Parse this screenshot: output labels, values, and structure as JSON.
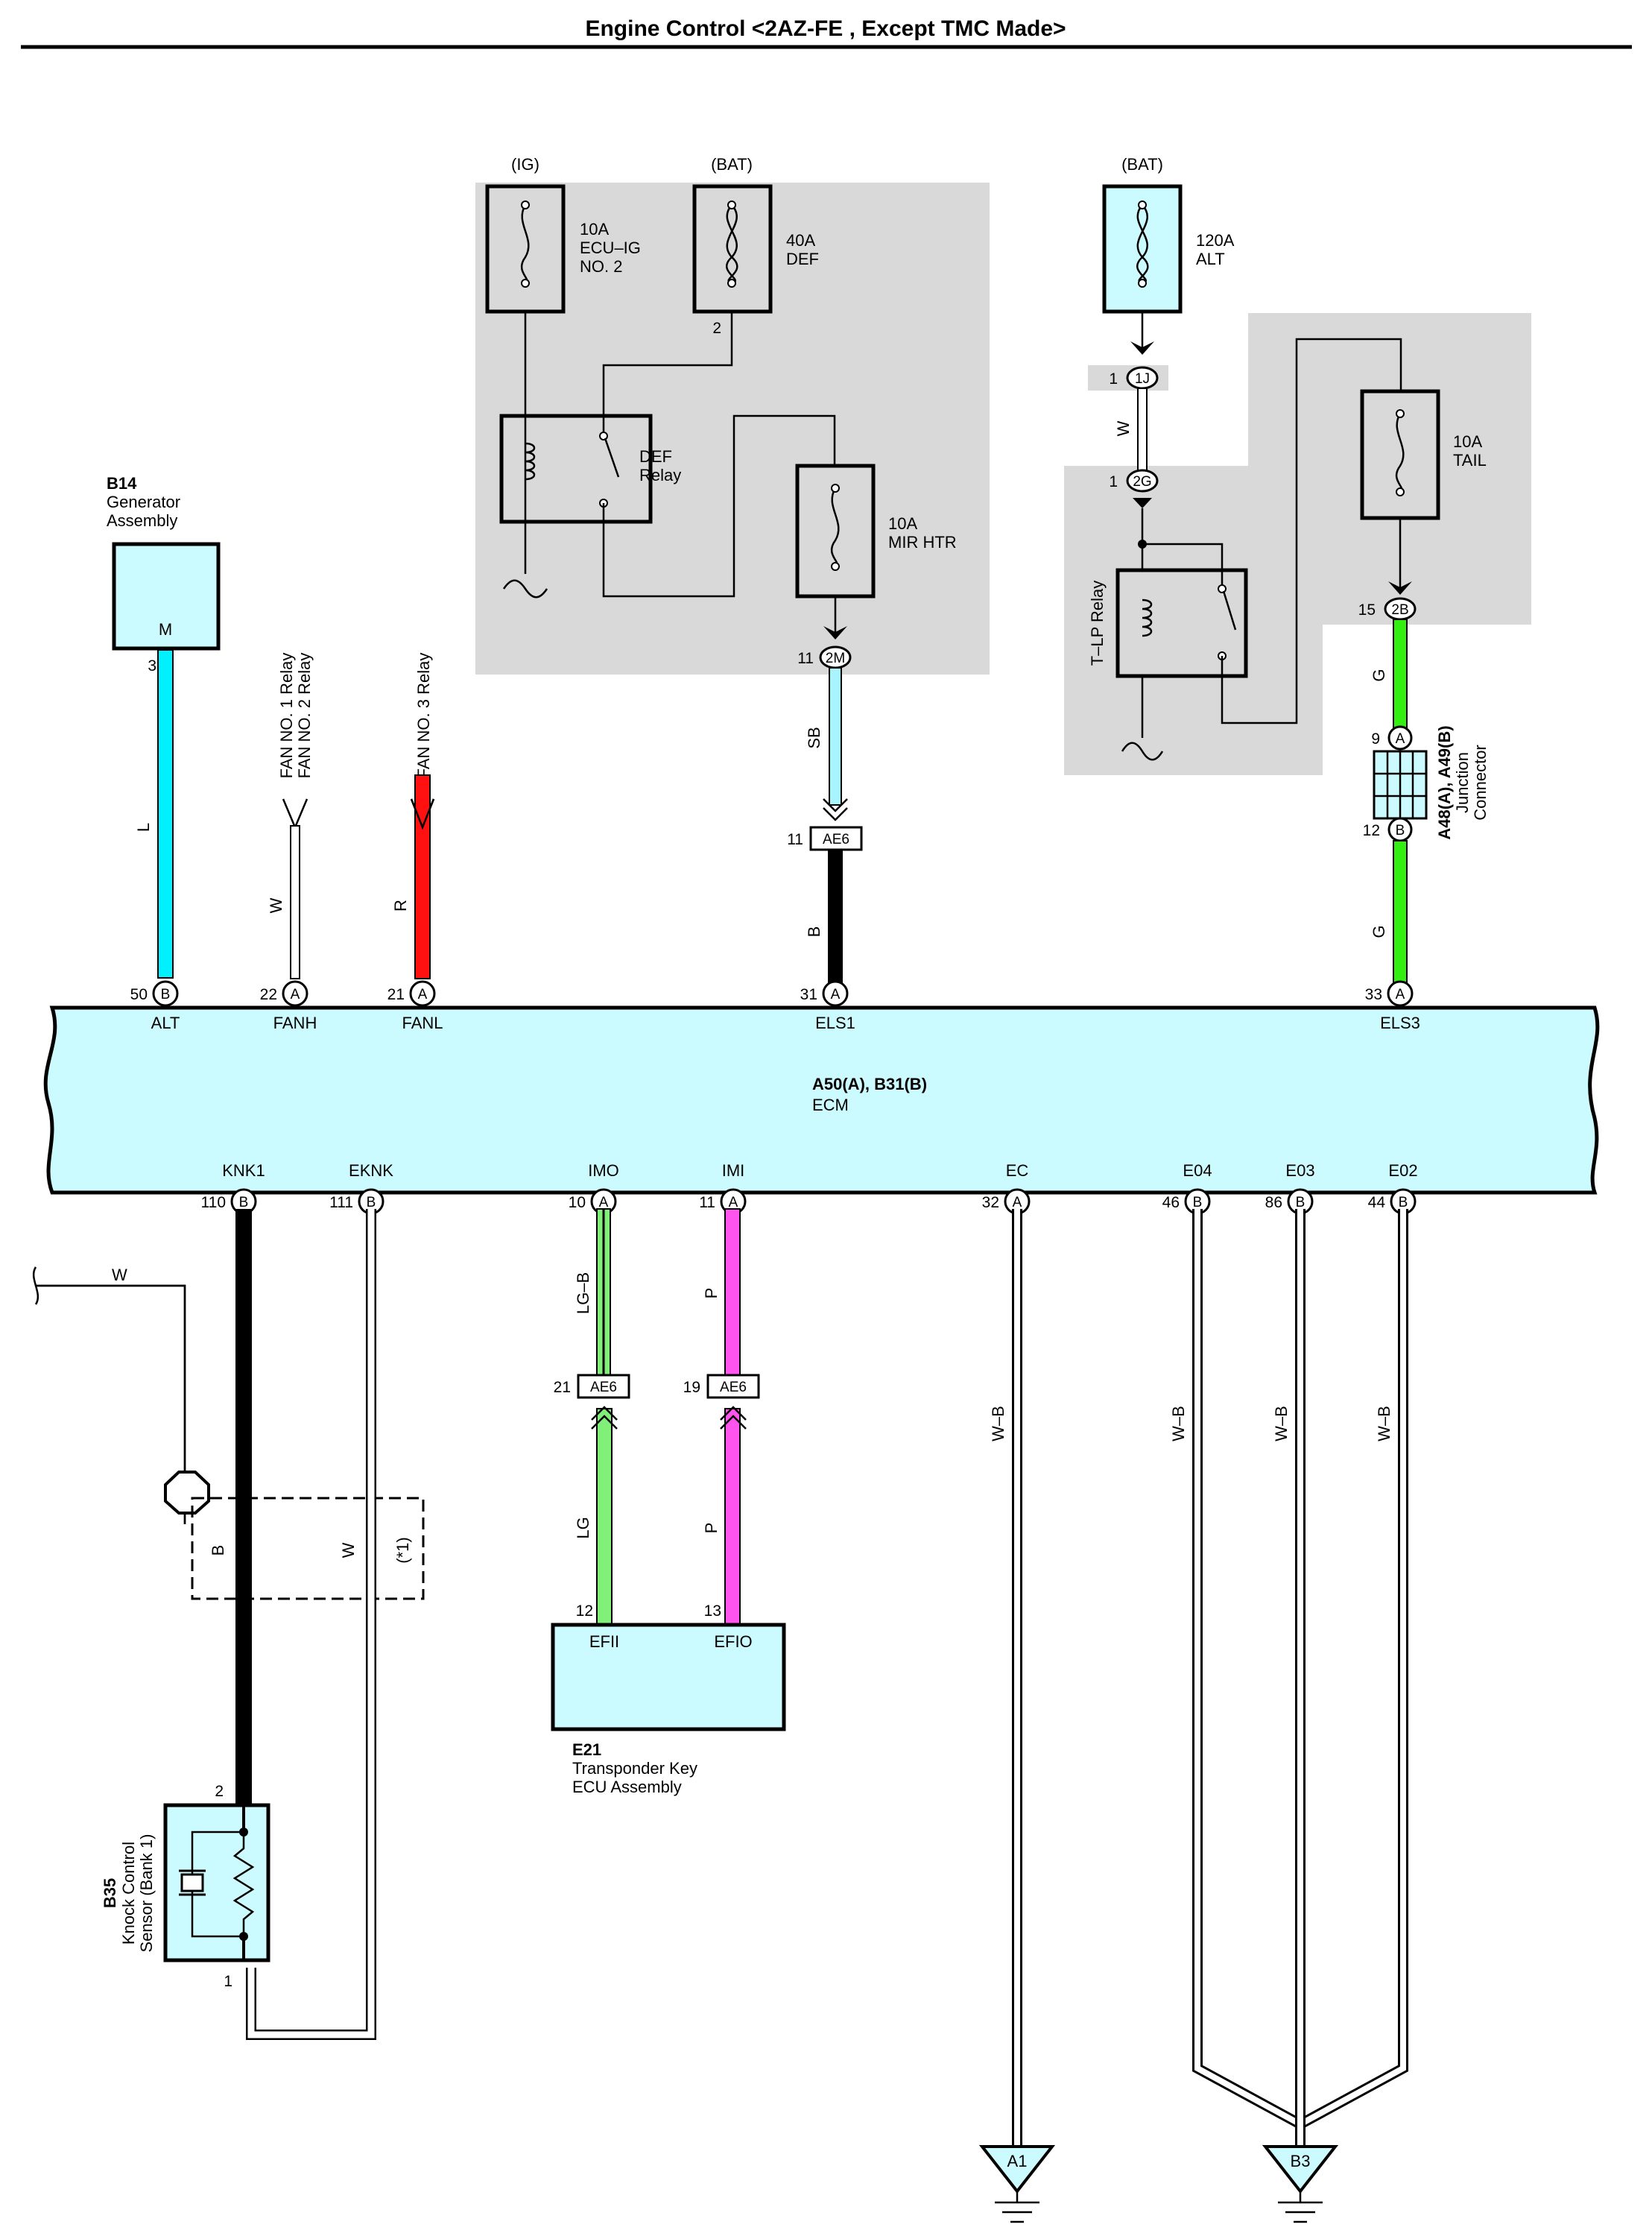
{
  "title": "Engine Control <2AZ-FE , Except TMC Made>",
  "colors": {
    "light_blue": "#00f0ff",
    "sky_blue": "#a8f4ff",
    "green": "#33ee11",
    "red": "#ff1111",
    "light_green": "#80f078",
    "pink": "#ff55ee",
    "black": "#000000",
    "ecm_fill": "#ccfbff",
    "shade": "#d9d9d9"
  },
  "power": {
    "ig_label": "(IG)",
    "bat_label_1": "(BAT)",
    "bat_label_2": "(BAT)",
    "fuse_ecu_ig": [
      "10A",
      "ECU–IG",
      "NO. 2"
    ],
    "fuse_def": [
      "40A",
      "DEF"
    ],
    "fuse_alt": [
      "120A",
      "ALT"
    ],
    "fuse_mir_htr": [
      "10A",
      "MIR HTR"
    ],
    "fuse_tail": [
      "10A",
      "TAIL"
    ],
    "def_relay": [
      "DEF",
      "Relay"
    ],
    "tlp_relay": "T–LP Relay",
    "def_fuse_pin": "2"
  },
  "connectors": {
    "c1j": {
      "pin": "1",
      "id": "1J"
    },
    "c2g": {
      "pin": "1",
      "id": "2G"
    },
    "c2m": {
      "pin": "11",
      "id": "2M"
    },
    "c2b": {
      "pin": "15",
      "id": "2B"
    },
    "ae6_top": {
      "pin": "11",
      "id": "AE6"
    },
    "ae6_lg": {
      "pin": "21",
      "id": "AE6"
    },
    "ae6_p": {
      "pin": "19",
      "id": "AE6"
    },
    "jc_a": {
      "pin": "9",
      "id": "A"
    },
    "jc_b": {
      "pin": "12",
      "id": "B"
    }
  },
  "wire_colors": {
    "w_alt": "W",
    "sb": "SB",
    "b_els1": "B",
    "g_upper": "G",
    "g_lower": "G",
    "l": "L",
    "w_fanh": "W",
    "r": "R",
    "lg_b": "LG–B",
    "p_upper": "P",
    "lg": "LG",
    "p_lower": "P",
    "wb_ec": "W–B",
    "wb_e04": "W–B",
    "wb_e03": "W–B",
    "wb_e02": "W–B",
    "w_shield": "W",
    "b_knk": "B",
    "w_eknk": "W",
    "star": "(*1)"
  },
  "components": {
    "generator": {
      "id": "B14",
      "name": [
        "Generator",
        "Assembly"
      ],
      "pin_letter": "M",
      "pin": "3"
    },
    "fan_relays": {
      "left": [
        "FAN NO. 1 Relay",
        "FAN NO. 2 Relay"
      ],
      "right": "FAN NO. 3 Relay"
    },
    "junction": {
      "ids": "A48(A), A49(B)",
      "name": [
        "Junction",
        "Connector"
      ]
    },
    "transponder": {
      "id": "E21",
      "name": [
        "Transponder Key",
        "ECU Assembly"
      ],
      "efii_pin": "12",
      "efio_pin": "13",
      "efii": "EFII",
      "efio": "EFIO"
    },
    "knock": {
      "id": "B35",
      "name": [
        "Knock Control",
        "Sensor (Bank 1)"
      ],
      "pin_top": "2",
      "pin_bottom": "1"
    }
  },
  "ecm": {
    "ids": "A50(A), B31(B)",
    "name": "ECM",
    "top_terminals": [
      {
        "pin": "50",
        "conn": "B",
        "name": "ALT"
      },
      {
        "pin": "22",
        "conn": "A",
        "name": "FANH"
      },
      {
        "pin": "21",
        "conn": "A",
        "name": "FANL"
      },
      {
        "pin": "31",
        "conn": "A",
        "name": "ELS1"
      },
      {
        "pin": "33",
        "conn": "A",
        "name": "ELS3"
      }
    ],
    "bottom_terminals": [
      {
        "pin": "110",
        "conn": "B",
        "name": "KNK1"
      },
      {
        "pin": "111",
        "conn": "B",
        "name": "EKNK"
      },
      {
        "pin": "10",
        "conn": "A",
        "name": "IMO"
      },
      {
        "pin": "11",
        "conn": "A",
        "name": "IMI"
      },
      {
        "pin": "32",
        "conn": "A",
        "name": "EC"
      },
      {
        "pin": "46",
        "conn": "B",
        "name": "E04"
      },
      {
        "pin": "86",
        "conn": "B",
        "name": "E03"
      },
      {
        "pin": "44",
        "conn": "B",
        "name": "E02"
      }
    ]
  },
  "grounds": {
    "a1": "A1",
    "b3": "B3"
  }
}
